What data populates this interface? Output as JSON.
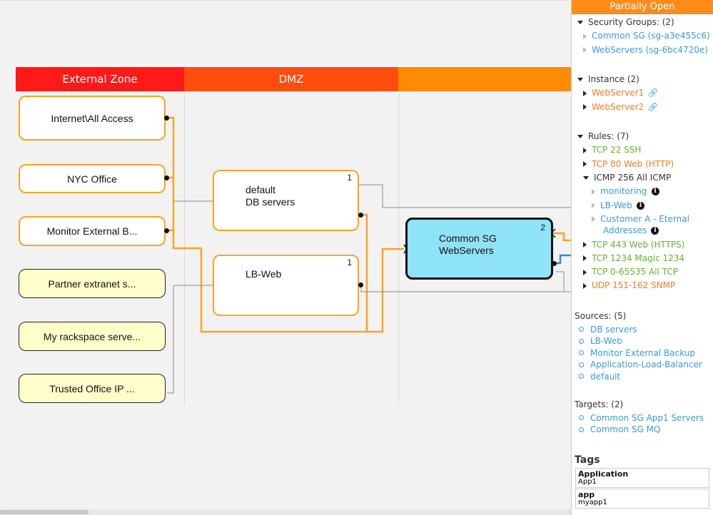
{
  "canvas": {
    "zones": [
      {
        "label": "External Zone",
        "color": "#ff1a1a"
      },
      {
        "label": "DMZ",
        "color": "#ff4d0d"
      },
      {
        "label": "",
        "color": "#ff8c00"
      }
    ],
    "sources": [
      {
        "label": "Internet\\All Access",
        "type": "network"
      },
      {
        "label": "NYC Office",
        "type": "network"
      },
      {
        "label": "Monitor External B...",
        "type": "network"
      },
      {
        "label": "Partner extranet s...",
        "type": "external"
      },
      {
        "label": "My rackspace serve...",
        "type": "external"
      },
      {
        "label": "Trusted Office IP ...",
        "type": "external"
      }
    ],
    "groups": [
      {
        "lines": [
          "default",
          "DB servers"
        ],
        "count": "1"
      },
      {
        "lines": [
          "LB-Web"
        ],
        "count": "1"
      }
    ],
    "selected": {
      "lines": [
        "Common SG",
        "WebServers"
      ],
      "count": "2",
      "fill": "#8fe3f7"
    }
  },
  "panel": {
    "status": "Partially Open",
    "security_groups": {
      "title": "Security Groups: (2)",
      "items": [
        "Common SG (sg-a3e455c6)",
        "WebServers (sg-6bc4720e)"
      ]
    },
    "instance": {
      "title": "Instance (2)",
      "items": [
        "WebServer1",
        "WebServer2"
      ]
    },
    "rules": {
      "title": "Rules: (7)",
      "items": [
        {
          "label": "TCP 22 SSH",
          "color": "green"
        },
        {
          "label": "TCP 80 Web (HTTP)",
          "color": "orange"
        },
        {
          "label": "ICMP 256 All ICMP",
          "color": "dark",
          "children": [
            "monitoring",
            "LB-Web",
            "Customer A - Eternal",
            "Addresses"
          ]
        },
        {
          "label": "TCP 443 Web (HTTPS)",
          "color": "green"
        },
        {
          "label": "TCP 1234 Magic 1234",
          "color": "green"
        },
        {
          "label": "TCP 0-65535 All TCP",
          "color": "green"
        },
        {
          "label": "UDP 151-162 SNMP",
          "color": "orange"
        }
      ]
    },
    "sources": {
      "title": "Sources: (5)",
      "items": [
        "DB servers",
        "LB-Web",
        "Monitor External Backup",
        "Application-Load-Balancer",
        "default"
      ]
    },
    "targets": {
      "title": "Targets: (2)",
      "items": [
        "Common SG App1 Servers",
        "Common SG MQ"
      ]
    },
    "tags": {
      "title": "Tags",
      "items": [
        {
          "key": "Application",
          "value": "App1"
        },
        {
          "key": "app",
          "value": "myapp1"
        }
      ]
    }
  }
}
